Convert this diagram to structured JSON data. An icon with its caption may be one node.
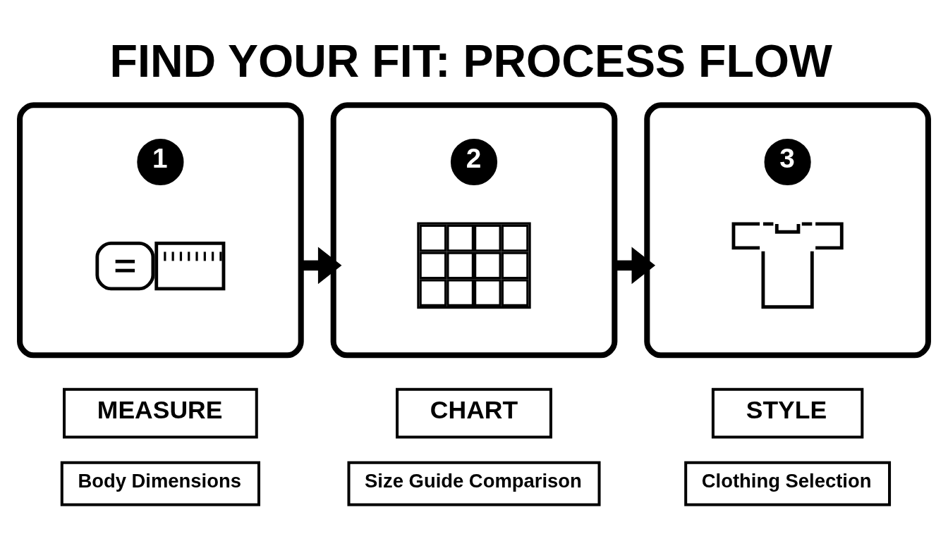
{
  "diagram": {
    "title": "FIND YOUR FIT: PROCESS FLOW",
    "nodes": [
      {
        "text": [],
        "shape": "box"
      },
      {
        "text": [
          "1"
        ],
        "in": 0
      },
      {
        "text": [],
        "shape": "picture",
        "in": 0
      },
      {
        "text": [],
        "shape": "box"
      },
      {
        "text": [
          "2"
        ],
        "in": 3
      },
      {
        "text": [],
        "shape": "picture",
        "in": 3
      },
      {
        "text": [],
        "shape": "box"
      },
      {
        "text": [
          "3"
        ],
        "in": 6
      },
      {
        "text": [],
        "shape": "picture",
        "in": 6
      },
      {
        "text": [
          "MEASURE"
        ]
      },
      {
        "text": [
          "CHART"
        ]
      },
      {
        "text": [
          "STYLE"
        ]
      },
      {
        "text": [
          "Body Dimensions"
        ]
      },
      {
        "text": [
          "Size Guide Comparison"
        ]
      },
      {
        "text": [
          "Clothing Selection"
        ]
      }
    ],
    "edges": [
      {
        "from": 0,
        "to": 3,
        "arrow": "to"
      },
      {
        "from": 3,
        "to": 6,
        "arrow": "to"
      }
    ]
  }
}
